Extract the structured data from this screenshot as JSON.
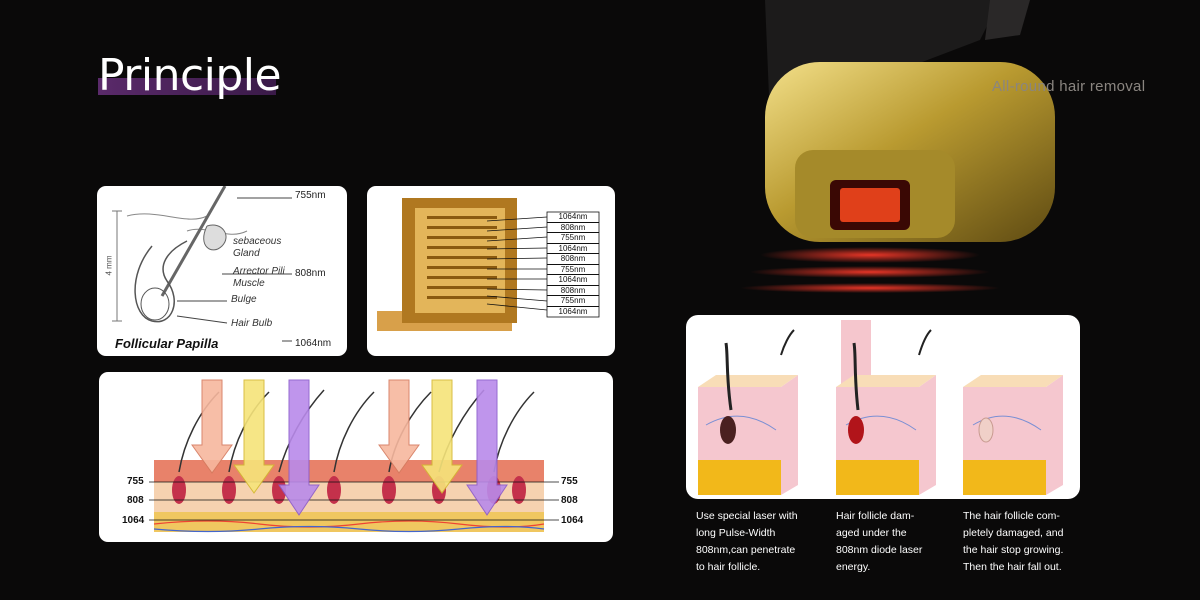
{
  "header": {
    "title": "Principle",
    "tagline": "All-round hair removal"
  },
  "anatomy": {
    "labels": [
      "sebaceous",
      "Gland",
      "Arrector Pili",
      "Muscle",
      "Bulge",
      "Hair Bulb",
      "Follicular Papilla",
      "4 mm"
    ],
    "wavelengths": [
      "755nm",
      "808nm",
      "1064nm"
    ]
  },
  "stack": {
    "labels": [
      "1064nm",
      "808nm",
      "755nm",
      "1064nm",
      "808nm",
      "755nm",
      "1064nm",
      "808nm",
      "755nm",
      "1064nm"
    ]
  },
  "depth": {
    "left": [
      "755",
      "808",
      "1064"
    ],
    "right": [
      "755",
      "808",
      "1064"
    ]
  },
  "captions": [
    "Use special laser with long Pulse-Width 808nm,can penetrate to hair follicle.",
    "Hair follicle dam- aged under the 808nm diode laser energy.",
    "The hair follicle com- pletely damaged, and the hair stop growing. Then the hair fall out."
  ]
}
